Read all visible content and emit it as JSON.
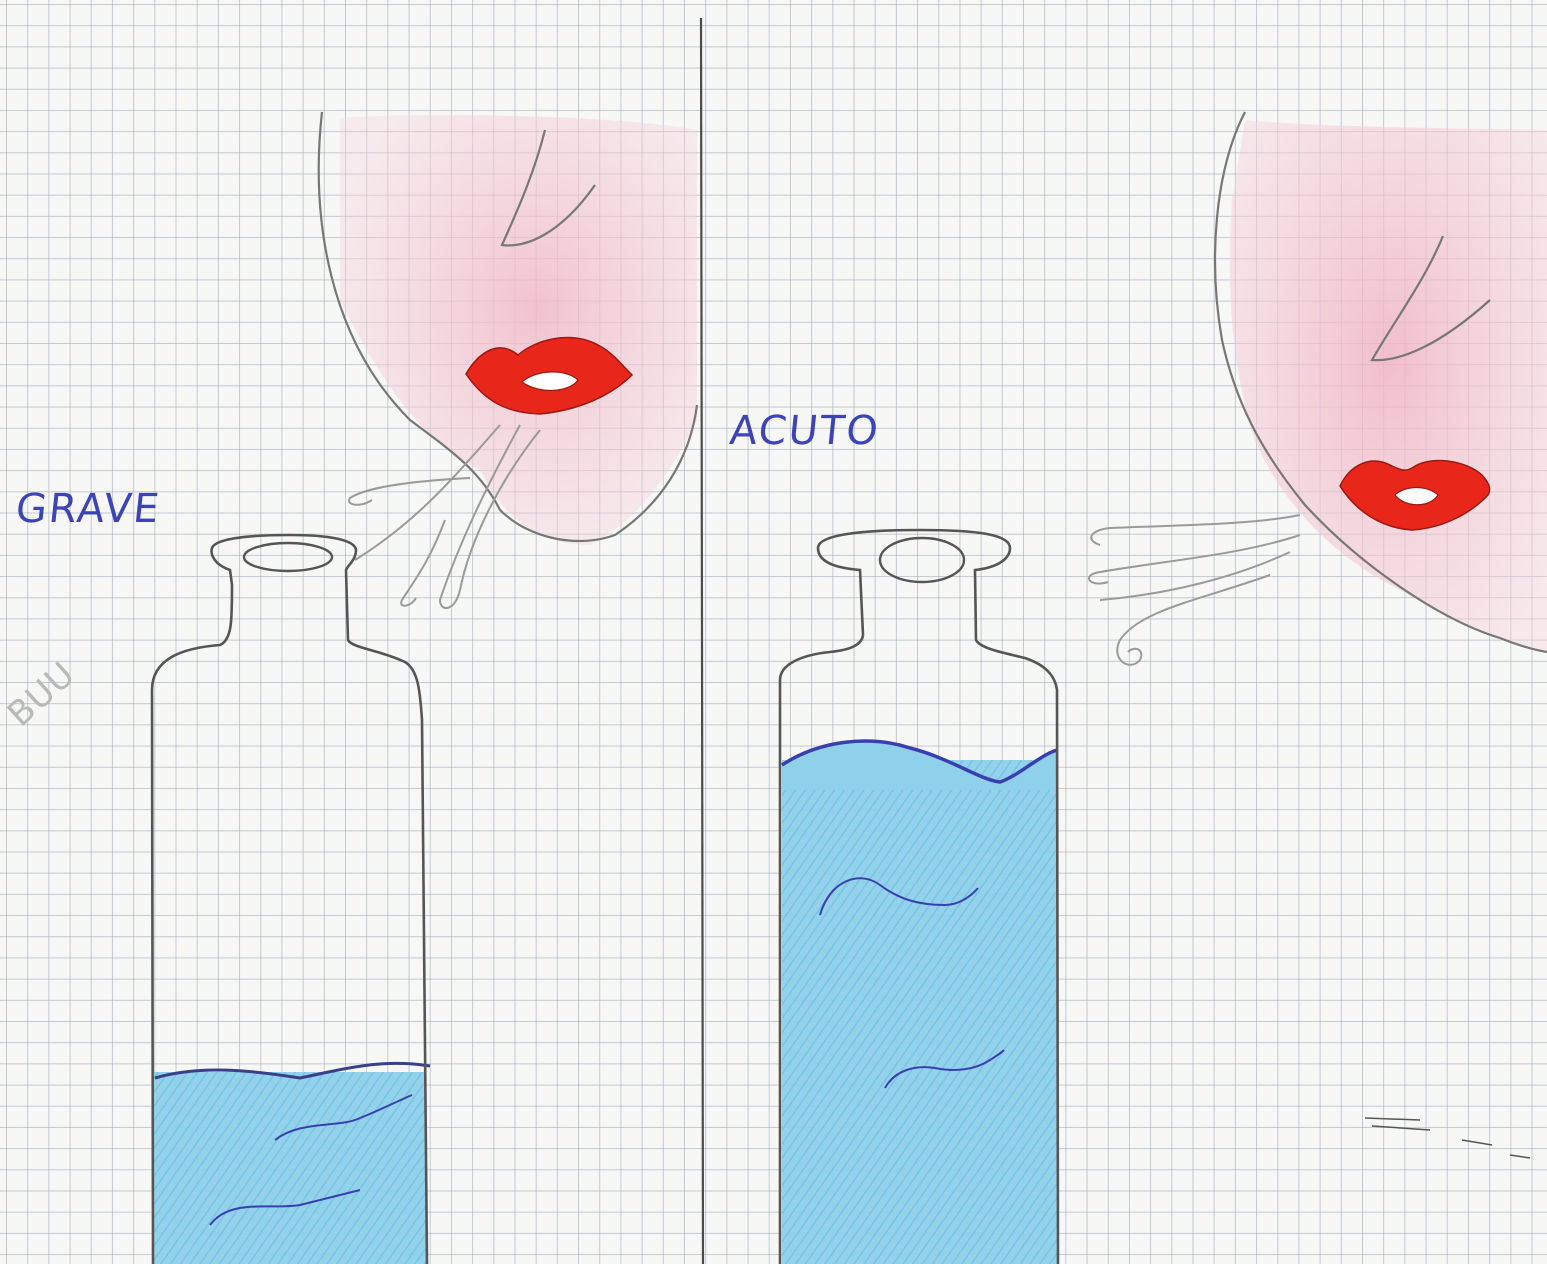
{
  "labels": {
    "left": "GRAVE",
    "right": "ACUTO",
    "faint": "BUU"
  },
  "colors": {
    "paper": "#f7f7f5",
    "grid": "#96a5b9",
    "pencil": "#6b6b6b",
    "water_fill": "#8fd0ea",
    "water_line": "#3a3fb0",
    "lips": "#e8261a",
    "cheek": "#f4c6d2",
    "ink": "#3c44b8"
  },
  "panels": {
    "left": {
      "water_level_fraction": 0.3
    },
    "right": {
      "water_level_fraction": 0.8
    }
  }
}
